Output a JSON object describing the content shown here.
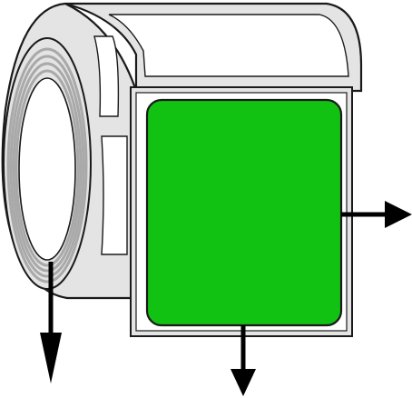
{
  "diagram": {
    "subject": "label roll",
    "label_color": "#12c212",
    "liner_color": "#ffffff",
    "roll_color": "#e4e4e4",
    "roll_stripe_color": "#a9a9a9",
    "outline_color": "#1a1a1a",
    "arrow_color": "#000000",
    "arrows": [
      {
        "direction": "down",
        "meaning": "core-axis"
      },
      {
        "direction": "right",
        "meaning": "label-width"
      },
      {
        "direction": "down",
        "meaning": "label-height"
      }
    ]
  }
}
